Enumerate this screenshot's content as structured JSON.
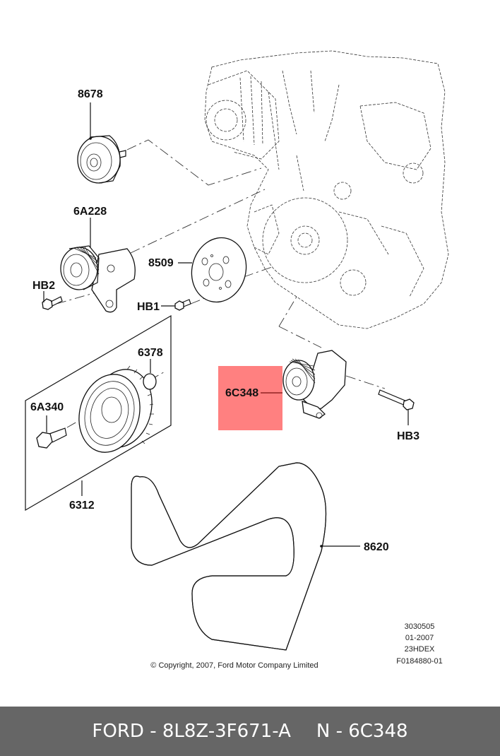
{
  "diagram": {
    "title": "Ford accessory drive belt diagram",
    "labels": {
      "p8678": "8678",
      "p6A228": "6A228",
      "pHB2": "HB2",
      "p8509": "8509",
      "pHB1": "HB1",
      "p6378": "6378",
      "p6A340": "6A340",
      "p6312": "6312",
      "p6C348": "6C348",
      "pHB3": "HB3",
      "p8620": "8620"
    },
    "highlight": {
      "part": "6C348",
      "color": "#ff8080",
      "text_color": "#8b0000"
    },
    "copyright": "© Copyright, 2007, Ford Motor Company Limited",
    "ref_codes": [
      "3030505",
      "01-2007",
      "23HDEX",
      "F0184880-01"
    ]
  },
  "footer": {
    "brand_part": "FORD - 8L8Z-3F671-A",
    "ref_part": "N - 6C348",
    "background": "#666666"
  }
}
